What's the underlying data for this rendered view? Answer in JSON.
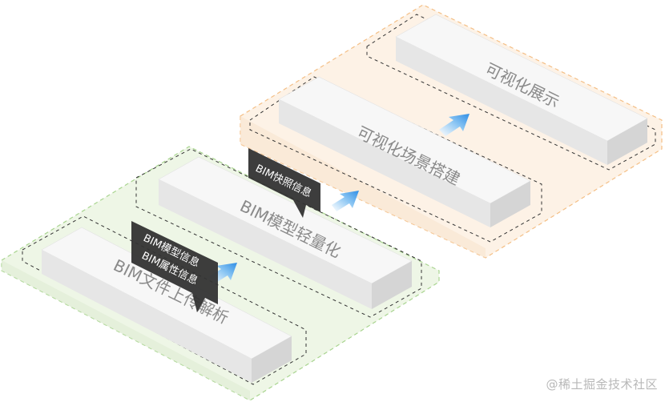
{
  "layers": {
    "bottom": {
      "bar_label": "BIM文件上传解析"
    },
    "middle": {
      "bar_label": "BIM模型轻量化"
    },
    "top": {
      "bar_front_label": "可视化场景搭建",
      "bar_back_label": "可视化展示"
    }
  },
  "notes": {
    "lower": [
      "BIM模型信息",
      "BIM属性信息"
    ],
    "upper": [
      "BIM快照信息"
    ]
  },
  "watermark": "@稀土掘金技术社区",
  "colors": {
    "green_fill": "#eef6e6",
    "green_border": "#a8d48f",
    "orange_fill": "#fdf2e6",
    "orange_border": "#f4bf86",
    "bar_top": "#f7f7f7",
    "bar_side": "#d9d9d9",
    "bar_front": "#e6e6e6",
    "callout": "#333333",
    "arrow": "#3d9be9"
  },
  "icons": [
    "arrow-up-right-icon"
  ]
}
